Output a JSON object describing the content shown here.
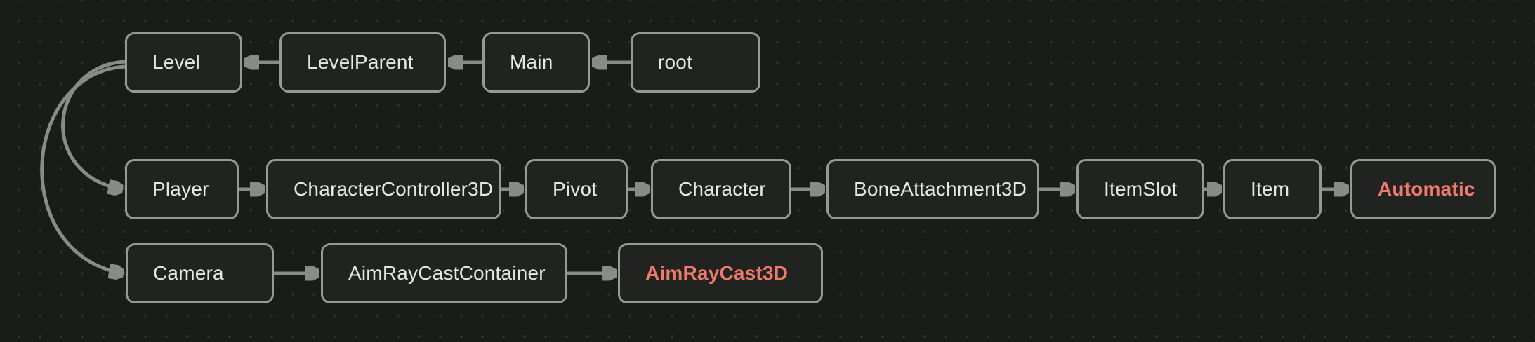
{
  "diagram": {
    "description": "Scene tree node diagram",
    "colors": {
      "background": "#1a1c18",
      "grid_dot": "#31342e",
      "node_fill": "#20231f",
      "node_border": "#969a95",
      "edge": "#878c86",
      "label": "#e2eadd",
      "label_highlight": "#ee7a6c"
    },
    "nodes": {
      "level": {
        "label": "Level"
      },
      "levelparent": {
        "label": "LevelParent"
      },
      "main": {
        "label": "Main"
      },
      "root": {
        "label": "root"
      },
      "player": {
        "label": "Player"
      },
      "charactercontroller3d": {
        "label": "CharacterController3D"
      },
      "pivot": {
        "label": "Pivot"
      },
      "character": {
        "label": "Character"
      },
      "boneattachment3d": {
        "label": "BoneAttachment3D"
      },
      "itemslot": {
        "label": "ItemSlot"
      },
      "item": {
        "label": "Item"
      },
      "automatic": {
        "label": "Automatic",
        "highlight": true
      },
      "camera": {
        "label": "Camera"
      },
      "aimraycastcontainer": {
        "label": "AimRayCastContainer"
      },
      "aimraycast3d": {
        "label": "AimRayCast3D",
        "highlight": true
      }
    },
    "edges": [
      {
        "from": "root",
        "to": "Main",
        "direction": "left"
      },
      {
        "from": "Main",
        "to": "LevelParent",
        "direction": "left"
      },
      {
        "from": "LevelParent",
        "to": "Level",
        "direction": "left"
      },
      {
        "from": "Level",
        "to": "Player",
        "style": "curved"
      },
      {
        "from": "Player",
        "to": "CharacterController3D",
        "direction": "right"
      },
      {
        "from": "CharacterController3D",
        "to": "Pivot",
        "direction": "right"
      },
      {
        "from": "Pivot",
        "to": "Character",
        "direction": "right"
      },
      {
        "from": "Character",
        "to": "BoneAttachment3D",
        "direction": "right"
      },
      {
        "from": "BoneAttachment3D",
        "to": "ItemSlot",
        "direction": "right"
      },
      {
        "from": "ItemSlot",
        "to": "Item",
        "direction": "right"
      },
      {
        "from": "Item",
        "to": "Automatic",
        "direction": "right"
      },
      {
        "from": "Level",
        "to": "Camera",
        "style": "curved"
      },
      {
        "from": "Camera",
        "to": "AimRayCastContainer",
        "direction": "right"
      },
      {
        "from": "AimRayCastContainer",
        "to": "AimRayCast3D",
        "direction": "right"
      }
    ]
  }
}
